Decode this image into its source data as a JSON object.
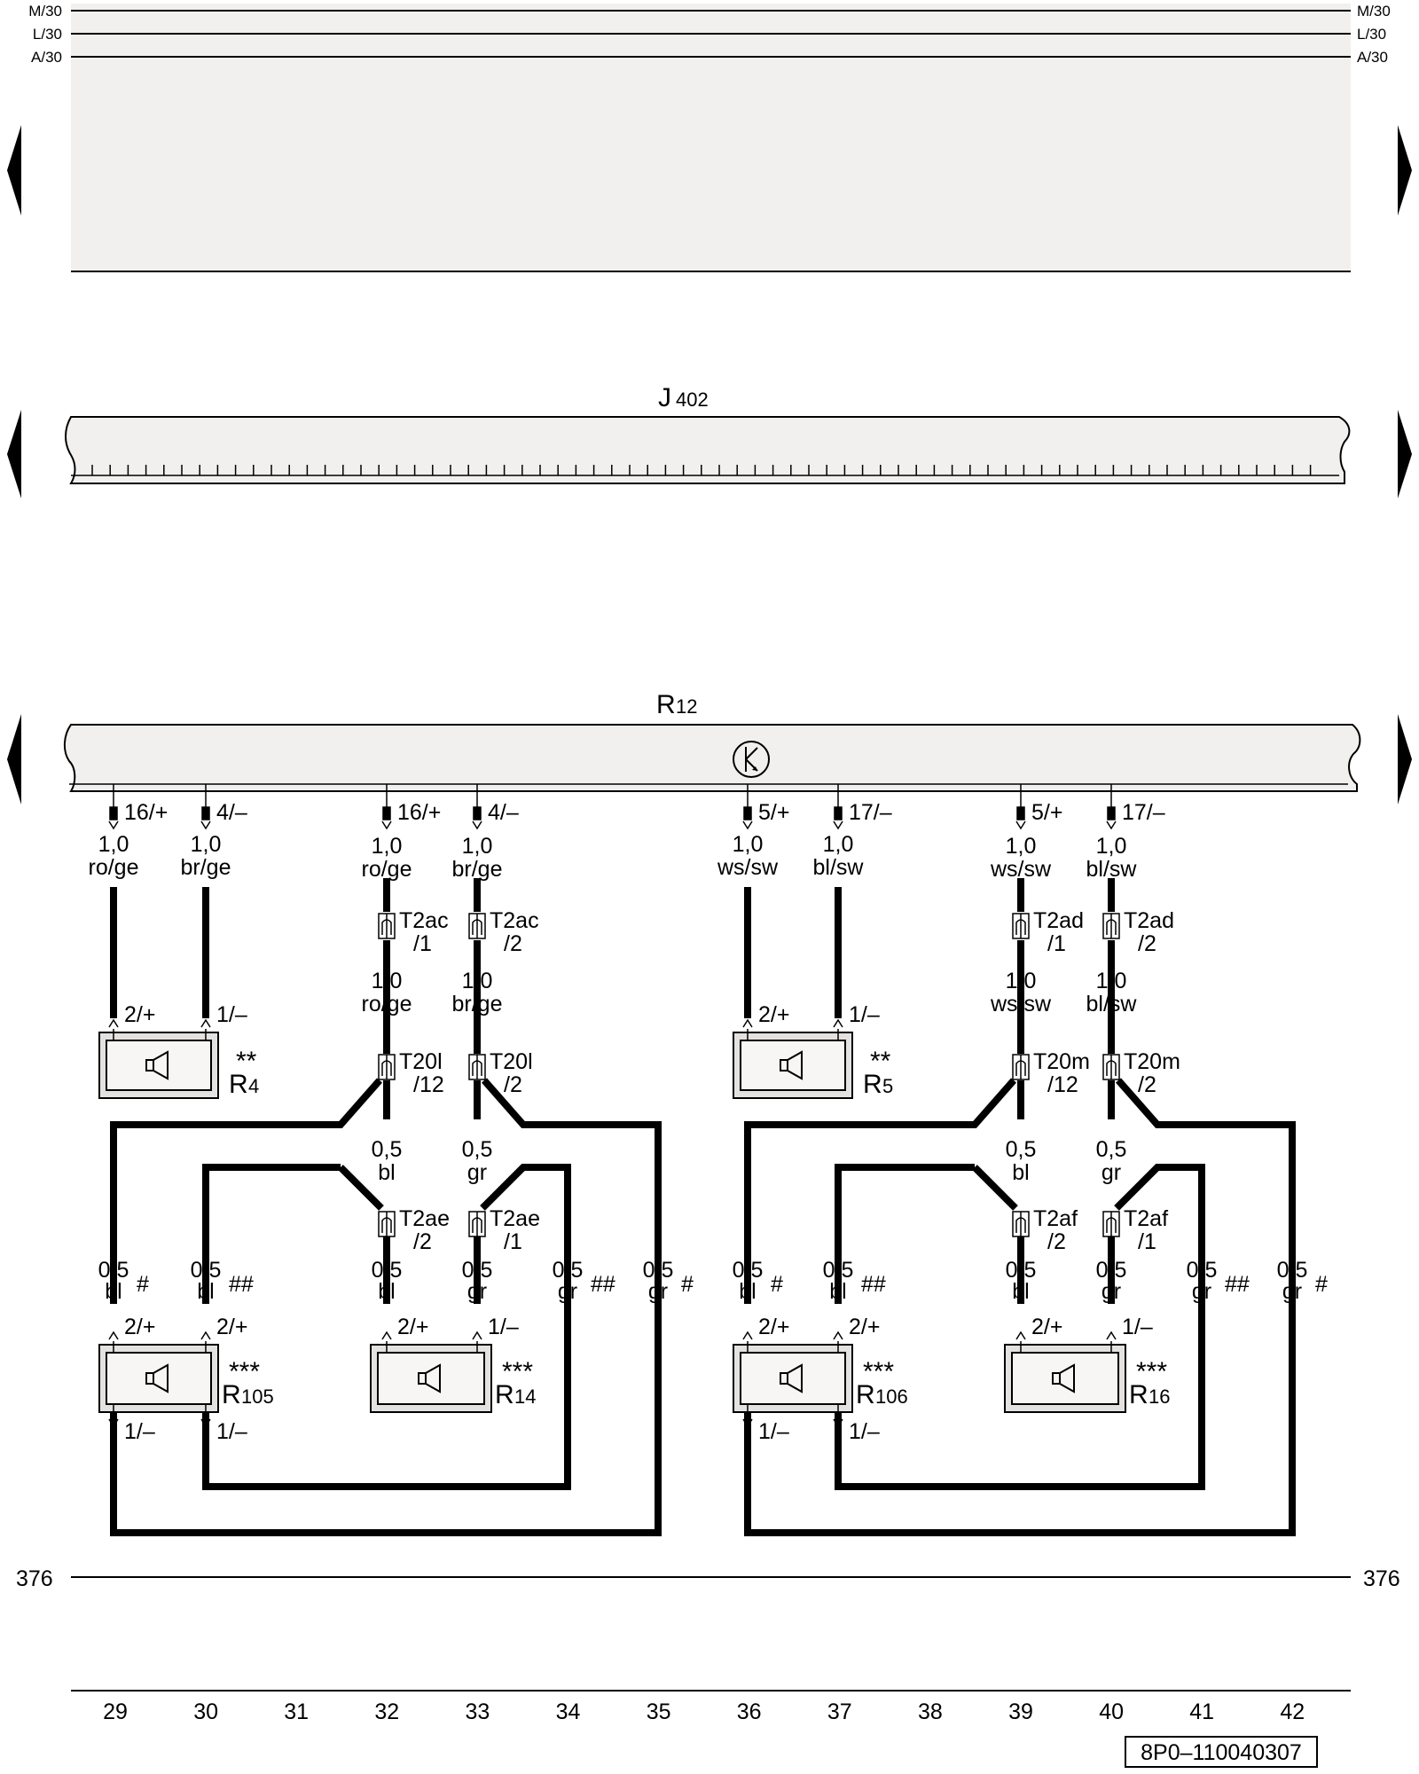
{
  "rails": [
    "M/30",
    "L/30",
    "A/30"
  ],
  "j402": {
    "main": "J",
    "sub": "402"
  },
  "r12": {
    "main": "R",
    "sub": "12"
  },
  "pins": {
    "p29": "16/+",
    "p30": "4/–",
    "p32": "16/+",
    "p33": "4/–",
    "p36": "5/+",
    "p37": "17/–",
    "p39": "5/+",
    "p40": "17/–"
  },
  "wires_top": {
    "w29": [
      "1,0",
      "ro/ge"
    ],
    "w30": [
      "1,0",
      "br/ge"
    ],
    "w32": [
      "1,0",
      "ro/ge"
    ],
    "w33": [
      "1,0",
      "br/ge"
    ],
    "w36": [
      "1,0",
      "ws/sw"
    ],
    "w37": [
      "1,0",
      "bl/sw"
    ],
    "w39": [
      "1,0",
      "ws/sw"
    ],
    "w40": [
      "1,0",
      "bl/sw"
    ]
  },
  "connectors_t2": {
    "c32": [
      "T2ac",
      "/1"
    ],
    "c33": [
      "T2ac",
      "/2"
    ],
    "c39": [
      "T2ad",
      "/1"
    ],
    "c40": [
      "T2ad",
      "/2"
    ]
  },
  "wires_mid": {
    "w32": [
      "1,0",
      "ro/ge"
    ],
    "w33": [
      "1,0",
      "br/ge"
    ],
    "w39": [
      "1,0",
      "ws/sw"
    ],
    "w40": [
      "1,0",
      "bl/sw"
    ]
  },
  "connectors_t20": {
    "c32": [
      "T20l",
      "/12"
    ],
    "c33": [
      "T20l",
      "/2"
    ],
    "c39": [
      "T20m",
      "/12"
    ],
    "c40": [
      "T20m",
      "/2"
    ]
  },
  "wires_low": {
    "w32": [
      "0,5",
      "bl"
    ],
    "w33": [
      "0,5",
      "gr"
    ],
    "w39": [
      "0,5",
      "bl"
    ],
    "w40": [
      "0,5",
      "gr"
    ]
  },
  "connectors_t2b": {
    "c32": [
      "T2ae",
      "/2"
    ],
    "c33": [
      "T2ae",
      "/1"
    ],
    "c39": [
      "T2af",
      "/2"
    ],
    "c40": [
      "T2af",
      "/1"
    ]
  },
  "wires_bottom": {
    "w29": [
      "0,5",
      "bl",
      "#"
    ],
    "w30": [
      "0,5",
      "bl",
      "##"
    ],
    "w32": [
      "0,5",
      "bl",
      ""
    ],
    "w33": [
      "0,5",
      "gr",
      ""
    ],
    "w34": [
      "0,5",
      "gr",
      "##"
    ],
    "w35": [
      "0,5",
      "gr",
      "#"
    ],
    "w36": [
      "0,5",
      "bl",
      "#"
    ],
    "w37": [
      "0,5",
      "bl",
      "##"
    ],
    "w39": [
      "0,5",
      "bl",
      ""
    ],
    "w40": [
      "0,5",
      "gr",
      ""
    ],
    "w41": [
      "0,5",
      "gr",
      "##"
    ],
    "w42": [
      "0,5",
      "gr",
      "#"
    ]
  },
  "speakers": {
    "r4": {
      "main": "R",
      "sub": "4",
      "stars": "**",
      "pin_a": "2/+",
      "pin_b": "1/–"
    },
    "r5": {
      "main": "R",
      "sub": "5",
      "stars": "**",
      "pin_a": "2/+",
      "pin_b": "1/–"
    },
    "r105": {
      "main": "R",
      "sub": "105",
      "stars": "***",
      "pin_a": "2/+",
      "pin_b": "2/+",
      "pin_c": "1/–",
      "pin_d": "1/–"
    },
    "r14": {
      "main": "R",
      "sub": "14",
      "stars": "***",
      "pin_a": "2/+",
      "pin_b": "1/–"
    },
    "r106": {
      "main": "R",
      "sub": "106",
      "stars": "***",
      "pin_a": "2/+",
      "pin_b": "2/+",
      "pin_c": "1/–",
      "pin_d": "1/–"
    },
    "r16": {
      "main": "R",
      "sub": "16",
      "stars": "***",
      "pin_a": "2/+",
      "pin_b": "1/–"
    }
  },
  "ground_label": "376",
  "columns": [
    "29",
    "30",
    "31",
    "32",
    "33",
    "34",
    "35",
    "36",
    "37",
    "38",
    "39",
    "40",
    "41",
    "42"
  ],
  "doc_code": "8P0–110040307"
}
